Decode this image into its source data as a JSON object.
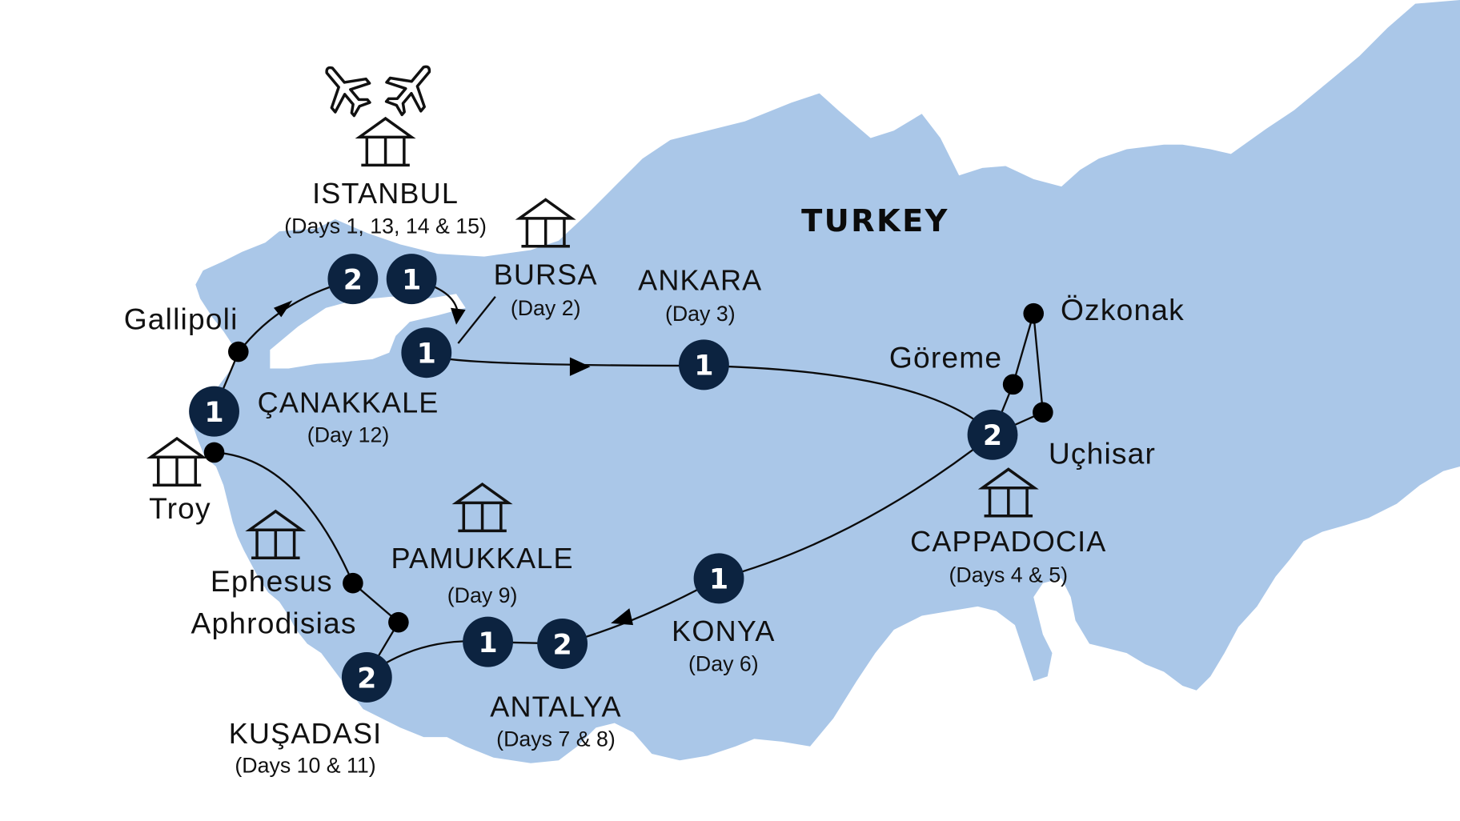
{
  "map": {
    "country_label": "TURKEY",
    "colors": {
      "land": "#aac7e8",
      "marker": "#0c2340",
      "route": "#0b0b0b",
      "background": "#ffffff"
    }
  },
  "cities": [
    {
      "name": "ISTANBUL",
      "days": "(Days 1, 13, 14 & 15)",
      "icons": [
        "plane-icon",
        "plane-icon",
        "temple-icon"
      ]
    },
    {
      "name": "BURSA",
      "days": "(Day 2)",
      "icons": [
        "temple-icon"
      ]
    },
    {
      "name": "ANKARA",
      "days": "(Day 3)"
    },
    {
      "name": "CAPPADOCIA",
      "days": "(Days 4 & 5)",
      "icons": [
        "temple-icon"
      ]
    },
    {
      "name": "KONYA",
      "days": "(Day 6)"
    },
    {
      "name": "ANTALYA",
      "days": "(Days 7 & 8)"
    },
    {
      "name": "PAMUKKALE",
      "days": "(Day 9)",
      "icons": [
        "temple-icon"
      ]
    },
    {
      "name": "KUŞADASI",
      "days": "(Days 10 & 11)"
    },
    {
      "name": "ÇANAKKALE",
      "days": "(Day 12)"
    }
  ],
  "sites": [
    "Gallipoli",
    "Troy",
    "Ephesus",
    "Aphrodisias",
    "Göreme",
    "Özkonak",
    "Uçhisar"
  ],
  "markers": {
    "istanbul_a": "2",
    "istanbul_b": "1",
    "bursa": "1",
    "ankara": "1",
    "cappadocia": "2",
    "konya": "1",
    "antalya": "2",
    "pamukkale": "1",
    "kusadasi": "2",
    "canakkale": "1"
  }
}
